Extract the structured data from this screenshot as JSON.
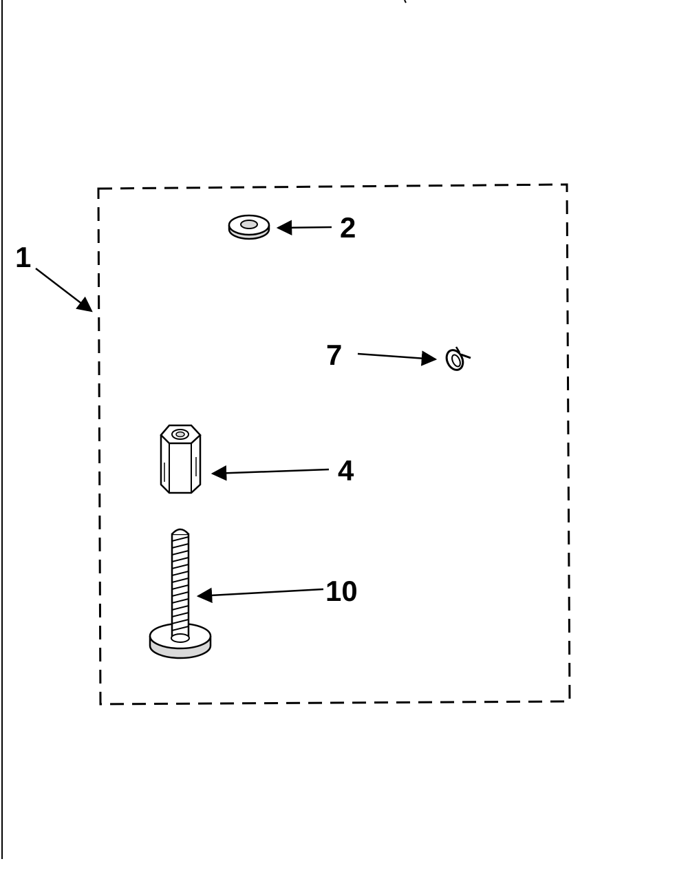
{
  "diagram": {
    "callouts": {
      "kit": "1",
      "washer": "2",
      "spacer": "4",
      "clip": "7",
      "screw": "10"
    }
  },
  "colors": {
    "ink": "#000000",
    "paper": "#ffffff",
    "shade": "#d9d9d9"
  }
}
